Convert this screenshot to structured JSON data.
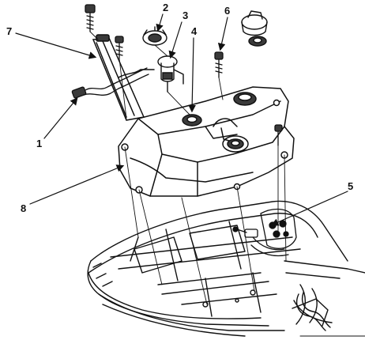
{
  "diagram": {
    "callouts": [
      {
        "id": "1",
        "text": "1"
      },
      {
        "id": "2",
        "text": "2"
      },
      {
        "id": "3",
        "text": "3"
      },
      {
        "id": "4",
        "text": "4"
      },
      {
        "id": "5",
        "text": "5"
      },
      {
        "id": "6",
        "text": "6"
      },
      {
        "id": "7",
        "text": "7"
      },
      {
        "id": "8",
        "text": "8"
      }
    ],
    "colors": {
      "ink": "#111111",
      "background": "#ffffff",
      "shade": "#3a3a3a"
    }
  }
}
